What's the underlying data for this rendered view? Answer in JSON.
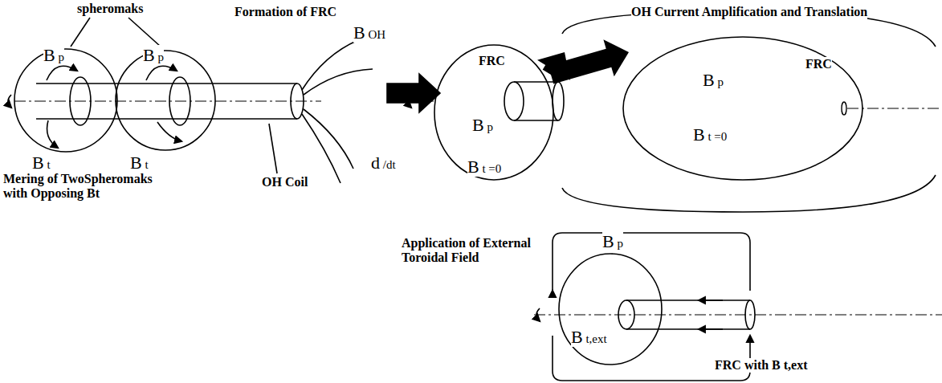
{
  "diagram": {
    "nodes": [
      {
        "text": [
          "FRC",
          "B p",
          "B t =0"
        ]
      },
      {
        "text": [
          "B p",
          "FRC",
          "B t =0"
        ]
      },
      {
        "text": [
          "B p",
          "B t,ext"
        ]
      }
    ],
    "edges": [
      {
        "from": 0,
        "to": 1,
        "arrow": "to"
      },
      {
        "from": 0,
        "to": 2,
        "arrow": "to"
      }
    ],
    "labels": [
      "spheromaks",
      "Formation of FRC",
      "OH Current Amplification and Translation",
      "B p",
      "B p",
      "B t",
      "B t",
      "B OH",
      "OH Coil",
      "d /dt",
      "Mering of TwoSpheromaks with Opposing Bt",
      "Application of External Toroidal Field",
      "FRC with B t,ext"
    ]
  }
}
